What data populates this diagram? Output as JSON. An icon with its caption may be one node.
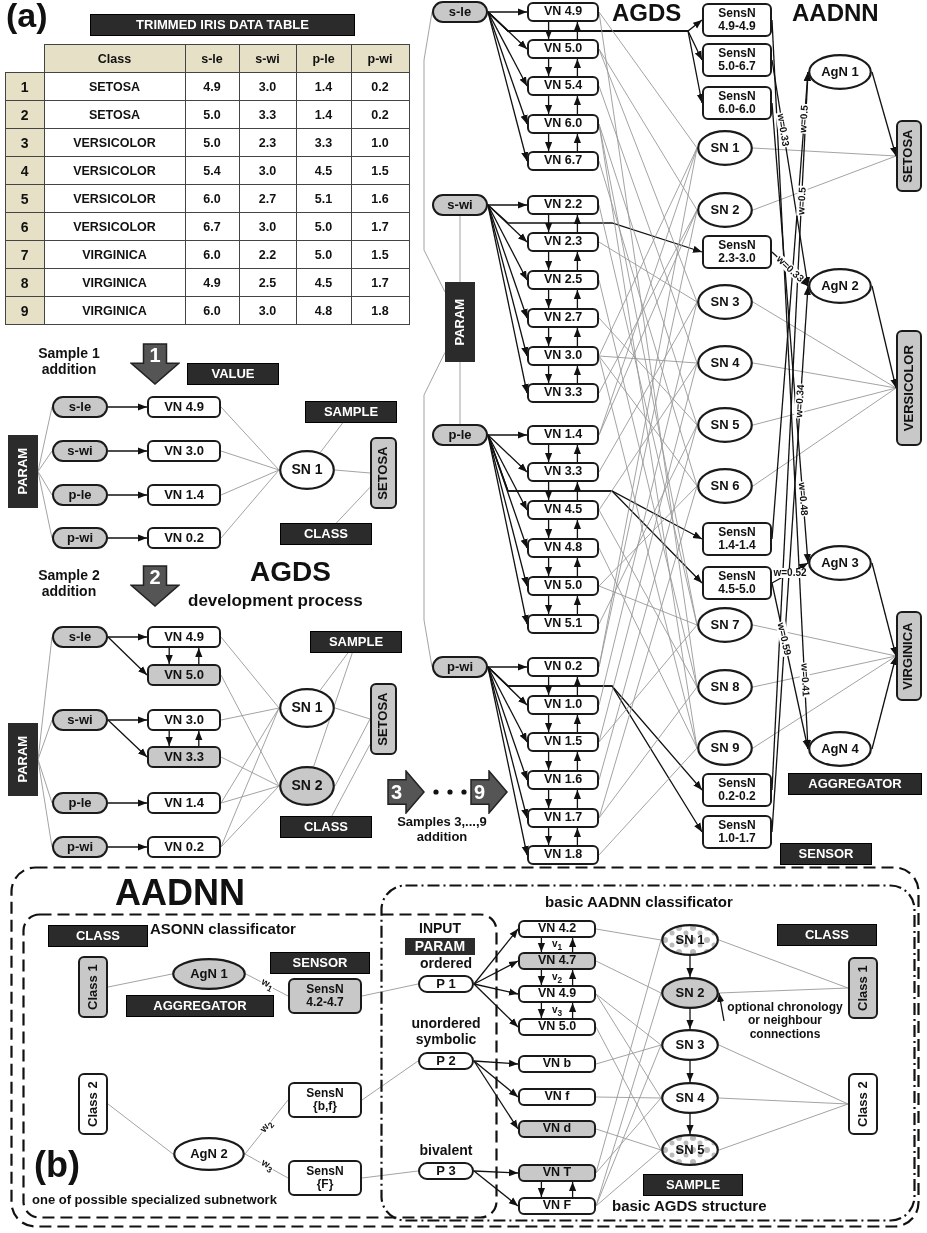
{
  "diagram": {
    "nodes": [
      {
        "text": [
          "TRIMMED IRIS DATA TABLE"
        ]
      },
      {
        "text": [
          "VALUE"
        ]
      },
      {
        "text": [
          "PARAM"
        ]
      },
      {
        "text": [
          "s-le"
        ]
      },
      {
        "text": [
          "s-wi"
        ]
      },
      {
        "text": [
          "p-le"
        ]
      },
      {
        "text": [
          "p-wi"
        ]
      },
      {
        "text": [
          "VN 4.9"
        ]
      },
      {
        "text": [
          "VN 3.0"
        ]
      },
      {
        "text": [
          "VN 1.4"
        ]
      },
      {
        "text": [
          "VN 0.2"
        ]
      },
      {
        "text": [
          "SN 1"
        ]
      },
      {
        "text": [
          "SAMPLE"
        ]
      },
      {
        "text": [
          "SETOSA"
        ]
      },
      {
        "text": [
          "CLASS"
        ]
      },
      {
        "text": [
          "1"
        ],
        "beside": [
          "Sample 1 addition"
        ]
      },
      {
        "text": [
          "2"
        ],
        "beside": [
          "Sample 2 addition"
        ]
      },
      {
        "text": [
          "PARAM"
        ]
      },
      {
        "text": [
          "s-le"
        ]
      },
      {
        "text": [
          "s-wi"
        ]
      },
      {
        "text": [
          "p-le"
        ]
      },
      {
        "text": [
          "p-wi"
        ]
      },
      {
        "text": [
          "VN 4.9"
        ]
      },
      {
        "text": [
          "VN 5.0"
        ]
      },
      {
        "text": [
          "VN 3.0"
        ]
      },
      {
        "text": [
          "VN 3.3"
        ]
      },
      {
        "text": [
          "VN 1.4"
        ]
      },
      {
        "text": [
          "VN 0.2"
        ]
      },
      {
        "text": [
          "SN 1"
        ]
      },
      {
        "text": [
          "SN 2"
        ]
      },
      {
        "text": [
          "SAMPLE"
        ]
      },
      {
        "text": [
          "SETOSA"
        ]
      },
      {
        "text": [
          "CLASS"
        ]
      },
      {
        "text": [
          "3"
        ]
      },
      {
        "text": [
          "9"
        ],
        "beside": [
          "Samples 3,...,9 addition"
        ]
      },
      {
        "text": [
          "PARAM"
        ]
      },
      {
        "text": [
          "s-le"
        ]
      },
      {
        "text": [
          "s-wi"
        ]
      },
      {
        "text": [
          "p-le"
        ]
      },
      {
        "text": [
          "p-wi"
        ]
      },
      {
        "text": [
          "VN 4.9"
        ]
      },
      {
        "text": [
          "VN 5.0"
        ]
      },
      {
        "text": [
          "VN 5.4"
        ]
      },
      {
        "text": [
          "VN 6.0"
        ]
      },
      {
        "text": [
          "VN 6.7"
        ]
      },
      {
        "text": [
          "VN 2.2"
        ]
      },
      {
        "text": [
          "VN 2.3"
        ]
      },
      {
        "text": [
          "VN 2.5"
        ]
      },
      {
        "text": [
          "VN 2.7"
        ]
      },
      {
        "text": [
          "VN 3.0"
        ]
      },
      {
        "text": [
          "VN 3.3"
        ]
      },
      {
        "text": [
          "VN 1.4"
        ]
      },
      {
        "text": [
          "VN 3.3"
        ]
      },
      {
        "text": [
          "VN 4.5"
        ]
      },
      {
        "text": [
          "VN 4.8"
        ]
      },
      {
        "text": [
          "VN 5.0"
        ]
      },
      {
        "text": [
          "VN 5.1"
        ]
      },
      {
        "text": [
          "VN 0.2"
        ]
      },
      {
        "text": [
          "VN 1.0"
        ]
      },
      {
        "text": [
          "VN 1.5"
        ]
      },
      {
        "text": [
          "VN 1.6"
        ]
      },
      {
        "text": [
          "VN 1.7"
        ]
      },
      {
        "text": [
          "VN 1.8"
        ]
      },
      {
        "text": [
          "SensN 4.9-4.9"
        ]
      },
      {
        "text": [
          "SensN 5.0-6.7"
        ]
      },
      {
        "text": [
          "SensN 6.0-6.0"
        ]
      },
      {
        "text": [
          "SN 1"
        ]
      },
      {
        "text": [
          "SN 2"
        ]
      },
      {
        "text": [
          "SensN 2.3-3.0"
        ]
      },
      {
        "text": [
          "SN 3"
        ]
      },
      {
        "text": [
          "SN 4"
        ]
      },
      {
        "text": [
          "SN 5"
        ]
      },
      {
        "text": [
          "SN 6"
        ]
      },
      {
        "text": [
          "SensN 1.4-1.4"
        ]
      },
      {
        "text": [
          "SensN 4.5-5.0"
        ]
      },
      {
        "text": [
          "SN 7"
        ]
      },
      {
        "text": [
          "SN 8"
        ]
      },
      {
        "text": [
          "SN 9"
        ]
      },
      {
        "text": [
          "SensN 0.2-0.2"
        ]
      },
      {
        "text": [
          "SensN 1.0-1.7"
        ]
      },
      {
        "text": [
          "AgN 1"
        ]
      },
      {
        "text": [
          "AgN 2"
        ]
      },
      {
        "text": [
          "AgN 3"
        ]
      },
      {
        "text": [
          "AgN 4"
        ]
      },
      {
        "text": [
          "SETOSA"
        ]
      },
      {
        "text": [
          "VERSICOLOR"
        ]
      },
      {
        "text": [
          "VIRGINICA"
        ]
      },
      {
        "text": [
          "AGGREGATOR"
        ]
      },
      {
        "text": [
          "SENSOR"
        ]
      },
      {
        "text": [
          "AADNN"
        ]
      },
      {
        "text": [
          "ASONN classificator",
          "one of possible specialized subnetwork"
        ],
        "in": 89
      },
      {
        "text": [
          "basic AADNN classificator",
          "basic AGDS structure"
        ],
        "in": 89
      },
      {
        "text": [
          "CLASS"
        ],
        "in": 90
      },
      {
        "text": [
          "Class 1"
        ],
        "in": 90
      },
      {
        "text": [
          "AgN 1"
        ],
        "in": 90
      },
      {
        "text": [
          "AGGREGATOR"
        ],
        "in": 90
      },
      {
        "text": [
          "SENSOR"
        ],
        "in": 90
      },
      {
        "text": [
          "SensN 4.2-4.7"
        ],
        "in": 90
      },
      {
        "text": [
          "Class 2"
        ],
        "in": 90
      },
      {
        "text": [
          "AgN 2"
        ],
        "in": 90
      },
      {
        "text": [
          "SensN {b,f}"
        ],
        "in": 90
      },
      {
        "text": [
          "SensN {F}"
        ],
        "in": 90
      },
      {
        "text": [
          "INPUT",
          "PARAM"
        ]
      },
      {
        "text": [
          "P 1"
        ],
        "beside": [
          "ordered"
        ]
      },
      {
        "text": [
          "P 2"
        ],
        "beside": [
          "unordered symbolic"
        ]
      },
      {
        "text": [
          "P 3"
        ],
        "beside": [
          "bivalent"
        ]
      },
      {
        "text": [
          "VN 4.2"
        ],
        "in": 91
      },
      {
        "text": [
          "VN 4.7"
        ],
        "in": 91
      },
      {
        "text": [
          "VN 4.9"
        ],
        "in": 91
      },
      {
        "text": [
          "VN 5.0"
        ],
        "in": 91
      },
      {
        "text": [
          "VN b"
        ],
        "in": 91
      },
      {
        "text": [
          "VN f"
        ],
        "in": 91
      },
      {
        "text": [
          "VN d"
        ],
        "in": 91
      },
      {
        "text": [
          "VN T"
        ],
        "in": 91
      },
      {
        "text": [
          "VN F"
        ],
        "in": 91
      },
      {
        "text": [
          "SN 1"
        ],
        "in": 91
      },
      {
        "text": [
          "SN 2"
        ],
        "in": 91
      },
      {
        "text": [
          "SN 3"
        ],
        "in": 91
      },
      {
        "text": [
          "SN 4"
        ],
        "in": 91
      },
      {
        "text": [
          "SN 5"
        ],
        "in": 91
      },
      {
        "text": [
          "CLASS"
        ],
        "in": 91
      },
      {
        "text": [
          "Class 1"
        ],
        "in": 91
      },
      {
        "text": [
          "Class 2"
        ],
        "in": 91
      },
      {
        "text": [
          "SAMPLE"
        ],
        "in": 91
      },
      {
        "text": [
          "optional chronology or neighbour connections"
        ],
        "in": 91
      }
    ],
    "edges": [
      {
        "from": 2,
        "to": 3,
        "arrow": "none",
        "color": "#999999"
      },
      {
        "from": 2,
        "to": 4,
        "arrow": "none",
        "color": "#999999"
      },
      {
        "from": 2,
        "to": 5,
        "arrow": "none",
        "color": "#999999"
      },
      {
        "from": 2,
        "to": 6,
        "arrow": "none",
        "color": "#999999"
      },
      {
        "from": 3,
        "to": 7,
        "arrow": "to"
      },
      {
        "from": 4,
        "to": 8,
        "arrow": "to"
      },
      {
        "from": 5,
        "to": 9,
        "arrow": "to"
      },
      {
        "from": 6,
        "to": 10,
        "arrow": "to"
      },
      {
        "from": 7,
        "to": 11,
        "arrow": "none",
        "color": "#999999"
      },
      {
        "from": 8,
        "to": 11,
        "arrow": "none",
        "color": "#999999"
      },
      {
        "from": 9,
        "to": 11,
        "arrow": "none",
        "color": "#999999"
      },
      {
        "from": 10,
        "to": 11,
        "arrow": "none",
        "color": "#999999"
      },
      {
        "from": 12,
        "to": 11,
        "arrow": "none",
        "color": "#999999"
      },
      {
        "from": 11,
        "to": 13,
        "arrow": "none",
        "color": "#999999"
      },
      {
        "from": 14,
        "to": 13,
        "arrow": "none",
        "color": "#999999"
      },
      {
        "from": 17,
        "to": 18,
        "arrow": "none",
        "color": "#999999"
      },
      {
        "from": 17,
        "to": 19,
        "arrow": "none",
        "color": "#999999"
      },
      {
        "from": 17,
        "to": 20,
        "arrow": "none",
        "color": "#999999"
      },
      {
        "from": 17,
        "to": 21,
        "arrow": "none",
        "color": "#999999"
      },
      {
        "from": 18,
        "to": 22,
        "arrow": "to"
      },
      {
        "from": 18,
        "to": 23,
        "arrow": "to"
      },
      {
        "from": 19,
        "to": 24,
        "arrow": "to"
      },
      {
        "from": 19,
        "to": 25,
        "arrow": "to"
      },
      {
        "from": 20,
        "to": 26,
        "arrow": "to"
      },
      {
        "from": 21,
        "to": 27,
        "arrow": "to"
      },
      {
        "from": 22,
        "to": 23,
        "arrow": "to"
      },
      {
        "from": 23,
        "to": 22,
        "arrow": "to"
      },
      {
        "from": 24,
        "to": 25,
        "arrow": "to"
      },
      {
        "from": 25,
        "to": 24,
        "arrow": "to"
      },
      {
        "from": 22,
        "to": 28,
        "arrow": "none",
        "color": "#999999"
      },
      {
        "from": 24,
        "to": 28,
        "arrow": "none",
        "color": "#999999"
      },
      {
        "from": 26,
        "to": 28,
        "arrow": "none",
        "color": "#999999"
      },
      {
        "from": 27,
        "to": 28,
        "arrow": "none",
        "color": "#999999"
      },
      {
        "from": 23,
        "to": 29,
        "arrow": "none",
        "color": "#999999"
      },
      {
        "from": 25,
        "to": 29,
        "arrow": "none",
        "color": "#999999"
      },
      {
        "from": 26,
        "to": 29,
        "arrow": "none",
        "color": "#999999"
      },
      {
        "from": 27,
        "to": 29,
        "arrow": "none",
        "color": "#999999"
      },
      {
        "from": 30,
        "to": 28,
        "arrow": "none",
        "color": "#999999"
      },
      {
        "from": 30,
        "to": 29,
        "arrow": "none",
        "color": "#999999"
      },
      {
        "from": 28,
        "to": 31,
        "arrow": "none",
        "color": "#999999"
      },
      {
        "from": 29,
        "to": 31,
        "arrow": "none",
        "color": "#999999"
      },
      {
        "from": 32,
        "to": 31,
        "arrow": "none",
        "color": "#999999"
      },
      {
        "from": 35,
        "to": 36,
        "arrow": "none",
        "color": "#999999"
      },
      {
        "from": 35,
        "to": 37,
        "arrow": "none",
        "color": "#999999"
      },
      {
        "from": 35,
        "to": 38,
        "arrow": "none",
        "color": "#999999"
      },
      {
        "from": 35,
        "to": 39,
        "arrow": "none",
        "color": "#999999"
      },
      {
        "from": 36,
        "to": 40,
        "arrow": "to"
      },
      {
        "from": 36,
        "to": 41,
        "arrow": "to"
      },
      {
        "from": 36,
        "to": 42,
        "arrow": "to"
      },
      {
        "from": 36,
        "to": 43,
        "arrow": "to"
      },
      {
        "from": 36,
        "to": 44,
        "arrow": "to"
      },
      {
        "from": 37,
        "to": 45,
        "arrow": "to"
      },
      {
        "from": 37,
        "to": 46,
        "arrow": "to"
      },
      {
        "from": 37,
        "to": 47,
        "arrow": "to"
      },
      {
        "from": 37,
        "to": 48,
        "arrow": "to"
      },
      {
        "from": 37,
        "to": 49,
        "arrow": "to"
      },
      {
        "from": 37,
        "to": 50,
        "arrow": "to"
      },
      {
        "from": 38,
        "to": 51,
        "arrow": "to"
      },
      {
        "from": 38,
        "to": 52,
        "arrow": "to"
      },
      {
        "from": 38,
        "to": 53,
        "arrow": "to"
      },
      {
        "from": 38,
        "to": 54,
        "arrow": "to"
      },
      {
        "from": 38,
        "to": 55,
        "arrow": "to"
      },
      {
        "from": 38,
        "to": 56,
        "arrow": "to"
      },
      {
        "from": 39,
        "to": 57,
        "arrow": "to"
      },
      {
        "from": 39,
        "to": 58,
        "arrow": "to"
      },
      {
        "from": 39,
        "to": 59,
        "arrow": "to"
      },
      {
        "from": 39,
        "to": 60,
        "arrow": "to"
      },
      {
        "from": 39,
        "to": 61,
        "arrow": "to"
      },
      {
        "from": 39,
        "to": 62,
        "arrow": "to"
      },
      {
        "from": 40,
        "to": 41,
        "arrow": "to"
      },
      {
        "from": 41,
        "to": 40,
        "arrow": "to"
      },
      {
        "from": 41,
        "to": 42,
        "arrow": "to"
      },
      {
        "from": 42,
        "to": 41,
        "arrow": "to"
      },
      {
        "from": 42,
        "to": 43,
        "arrow": "to"
      },
      {
        "from": 43,
        "to": 42,
        "arrow": "to"
      },
      {
        "from": 43,
        "to": 44,
        "arrow": "to"
      },
      {
        "from": 44,
        "to": 43,
        "arrow": "to"
      },
      {
        "from": 45,
        "to": 46,
        "arrow": "to"
      },
      {
        "from": 46,
        "to": 45,
        "arrow": "to"
      },
      {
        "from": 46,
        "to": 47,
        "arrow": "to"
      },
      {
        "from": 47,
        "to": 46,
        "arrow": "to"
      },
      {
        "from": 47,
        "to": 48,
        "arrow": "to"
      },
      {
        "from": 48,
        "to": 47,
        "arrow": "to"
      },
      {
        "from": 48,
        "to": 49,
        "arrow": "to"
      },
      {
        "from": 49,
        "to": 48,
        "arrow": "to"
      },
      {
        "from": 49,
        "to": 50,
        "arrow": "to"
      },
      {
        "from": 50,
        "to": 49,
        "arrow": "to"
      },
      {
        "from": 51,
        "to": 52,
        "arrow": "to"
      },
      {
        "from": 52,
        "to": 51,
        "arrow": "to"
      },
      {
        "from": 52,
        "to": 53,
        "arrow": "to"
      },
      {
        "from": 53,
        "to": 52,
        "arrow": "to"
      },
      {
        "from": 53,
        "to": 54,
        "arrow": "to"
      },
      {
        "from": 54,
        "to": 53,
        "arrow": "to"
      },
      {
        "from": 54,
        "to": 55,
        "arrow": "to"
      },
      {
        "from": 55,
        "to": 54,
        "arrow": "to"
      },
      {
        "from": 55,
        "to": 56,
        "arrow": "to"
      },
      {
        "from": 56,
        "to": 55,
        "arrow": "to"
      },
      {
        "from": 57,
        "to": 58,
        "arrow": "to"
      },
      {
        "from": 58,
        "to": 57,
        "arrow": "to"
      },
      {
        "from": 58,
        "to": 59,
        "arrow": "to"
      },
      {
        "from": 59,
        "to": 58,
        "arrow": "to"
      },
      {
        "from": 59,
        "to": 60,
        "arrow": "to"
      },
      {
        "from": 60,
        "to": 59,
        "arrow": "to"
      },
      {
        "from": 60,
        "to": 61,
        "arrow": "to"
      },
      {
        "from": 61,
        "to": 60,
        "arrow": "to"
      },
      {
        "from": 61,
        "to": 62,
        "arrow": "to"
      },
      {
        "from": 62,
        "to": 61,
        "arrow": "to"
      },
      {
        "from": 36,
        "to": 63,
        "arrow": "to"
      },
      {
        "from": 36,
        "to": 64,
        "arrow": "to"
      },
      {
        "from": 36,
        "to": 65,
        "arrow": "to"
      },
      {
        "from": 37,
        "to": 68,
        "arrow": "to"
      },
      {
        "from": 38,
        "to": 73,
        "arrow": "to"
      },
      {
        "from": 38,
        "to": 74,
        "arrow": "to"
      },
      {
        "from": 39,
        "to": 78,
        "arrow": "to"
      },
      {
        "from": 39,
        "to": 79,
        "arrow": "to"
      },
      {
        "from": 40,
        "to": 66,
        "arrow": "none",
        "color": "#999999"
      },
      {
        "from": 49,
        "to": 66,
        "arrow": "none",
        "color": "#999999"
      },
      {
        "from": 51,
        "to": 66,
        "arrow": "none",
        "color": "#999999"
      },
      {
        "from": 57,
        "to": 66,
        "arrow": "none",
        "color": "#999999"
      },
      {
        "from": 41,
        "to": 67,
        "arrow": "none",
        "color": "#999999"
      },
      {
        "from": 50,
        "to": 67,
        "arrow": "none",
        "color": "#999999"
      },
      {
        "from": 51,
        "to": 67,
        "arrow": "none",
        "color": "#999999"
      },
      {
        "from": 57,
        "to": 67,
        "arrow": "none",
        "color": "#999999"
      },
      {
        "from": 41,
        "to": 69,
        "arrow": "none",
        "color": "#999999"
      },
      {
        "from": 46,
        "to": 69,
        "arrow": "none",
        "color": "#999999"
      },
      {
        "from": 52,
        "to": 69,
        "arrow": "none",
        "color": "#999999"
      },
      {
        "from": 58,
        "to": 69,
        "arrow": "none",
        "color": "#999999"
      },
      {
        "from": 42,
        "to": 70,
        "arrow": "none",
        "color": "#999999"
      },
      {
        "from": 49,
        "to": 70,
        "arrow": "none",
        "color": "#999999"
      },
      {
        "from": 53,
        "to": 70,
        "arrow": "none",
        "color": "#999999"
      },
      {
        "from": 59,
        "to": 70,
        "arrow": "none",
        "color": "#999999"
      },
      {
        "from": 43,
        "to": 71,
        "arrow": "none",
        "color": "#999999"
      },
      {
        "from": 48,
        "to": 71,
        "arrow": "none",
        "color": "#999999"
      },
      {
        "from": 56,
        "to": 71,
        "arrow": "none",
        "color": "#999999"
      },
      {
        "from": 60,
        "to": 71,
        "arrow": "none",
        "color": "#999999"
      },
      {
        "from": 44,
        "to": 72,
        "arrow": "none",
        "color": "#999999"
      },
      {
        "from": 49,
        "to": 72,
        "arrow": "none",
        "color": "#999999"
      },
      {
        "from": 55,
        "to": 72,
        "arrow": "none",
        "color": "#999999"
      },
      {
        "from": 61,
        "to": 72,
        "arrow": "none",
        "color": "#999999"
      },
      {
        "from": 43,
        "to": 75,
        "arrow": "none",
        "color": "#999999"
      },
      {
        "from": 45,
        "to": 75,
        "arrow": "none",
        "color": "#999999"
      },
      {
        "from": 55,
        "to": 75,
        "arrow": "none",
        "color": "#999999"
      },
      {
        "from": 59,
        "to": 75,
        "arrow": "none",
        "color": "#999999"
      },
      {
        "from": 40,
        "to": 76,
        "arrow": "none",
        "color": "#999999"
      },
      {
        "from": 47,
        "to": 76,
        "arrow": "none",
        "color": "#999999"
      },
      {
        "from": 53,
        "to": 76,
        "arrow": "none",
        "color": "#999999"
      },
      {
        "from": 61,
        "to": 76,
        "arrow": "none",
        "color": "#999999"
      },
      {
        "from": 43,
        "to": 77,
        "arrow": "none",
        "color": "#999999"
      },
      {
        "from": 49,
        "to": 77,
        "arrow": "none",
        "color": "#999999"
      },
      {
        "from": 54,
        "to": 77,
        "arrow": "none",
        "color": "#999999"
      },
      {
        "from": 62,
        "to": 77,
        "arrow": "none",
        "color": "#999999"
      },
      {
        "from": 66,
        "to": 84,
        "arrow": "none",
        "color": "#999999"
      },
      {
        "from": 67,
        "to": 84,
        "arrow": "none",
        "color": "#999999"
      },
      {
        "from": 69,
        "to": 85,
        "arrow": "none",
        "color": "#999999"
      },
      {
        "from": 70,
        "to": 85,
        "arrow": "none",
        "color": "#999999"
      },
      {
        "from": 71,
        "to": 85,
        "arrow": "none",
        "color": "#999999"
      },
      {
        "from": 72,
        "to": 85,
        "arrow": "none",
        "color": "#999999"
      },
      {
        "from": 75,
        "to": 86,
        "arrow": "none",
        "color": "#999999"
      },
      {
        "from": 76,
        "to": 86,
        "arrow": "none",
        "color": "#999999"
      },
      {
        "from": 77,
        "to": 86,
        "arrow": "none",
        "color": "#999999"
      },
      {
        "from": 73,
        "to": 80,
        "arrow": "to",
        "label": "w=0.5"
      },
      {
        "from": 78,
        "to": 80,
        "arrow": "to",
        "label": "w=0.5"
      },
      {
        "from": 64,
        "to": 81,
        "arrow": "to",
        "label": "w=0.33"
      },
      {
        "from": 68,
        "to": 81,
        "arrow": "to",
        "label": "w=0.33"
      },
      {
        "from": 79,
        "to": 81,
        "arrow": "to",
        "label": "w=0.34"
      },
      {
        "from": 65,
        "to": 82,
        "arrow": "to",
        "label": "w=0.48"
      },
      {
        "from": 74,
        "to": 82,
        "arrow": "to",
        "label": "w=0.52"
      },
      {
        "from": 63,
        "to": 83,
        "arrow": "to",
        "label": "w=0.41"
      },
      {
        "from": 74,
        "to": 83,
        "arrow": "to",
        "label": "w=0.59"
      },
      {
        "from": 80,
        "to": 84,
        "arrow": "to"
      },
      {
        "from": 81,
        "to": 85,
        "arrow": "to"
      },
      {
        "from": 82,
        "to": 86,
        "arrow": "to"
      },
      {
        "from": 83,
        "to": 86,
        "arrow": "to"
      },
      {
        "from": 93,
        "to": 94,
        "arrow": "none",
        "color": "#999999"
      },
      {
        "from": 94,
        "to": 97,
        "arrow": "none",
        "color": "#999999",
        "label": "w$_{1}$"
      },
      {
        "from": 97,
        "to": 103,
        "arrow": "none",
        "color": "#999999"
      },
      {
        "from": 98,
        "to": 99,
        "arrow": "none",
        "color": "#999999"
      },
      {
        "from": 99,
        "to": 100,
        "arrow": "none",
        "color": "#999999",
        "label": "w$_{2}$"
      },
      {
        "from": 99,
        "to": 101,
        "arrow": "none",
        "color": "#999999",
        "label": "w$_{3}$"
      },
      {
        "from": 100,
        "to": 104,
        "arrow": "none",
        "color": "#999999"
      },
      {
        "from": 101,
        "to": 105,
        "arrow": "none",
        "color": "#999999"
      },
      {
        "from": 103,
        "to": 106,
        "arrow": "to"
      },
      {
        "from": 103,
        "to": 107,
        "arrow": "to"
      },
      {
        "from": 103,
        "to": 108,
        "arrow": "to"
      },
      {
        "from": 103,
        "to": 109,
        "arrow": "to"
      },
      {
        "from": 104,
        "to": 110,
        "arrow": "to"
      },
      {
        "from": 104,
        "to": 111,
        "arrow": "to"
      },
      {
        "from": 104,
        "to": 112,
        "arrow": "to"
      },
      {
        "from": 105,
        "to": 113,
        "arrow": "to"
      },
      {
        "from": 105,
        "to": 114,
        "arrow": "to"
      },
      {
        "from": 106,
        "to": 107,
        "arrow": "to",
        "label": "v$_{1}$"
      },
      {
        "from": 107,
        "to": 106,
        "arrow": "to"
      },
      {
        "from": 107,
        "to": 108,
        "arrow": "to",
        "label": "v$_{2}$"
      },
      {
        "from": 108,
        "to": 107,
        "arrow": "to"
      },
      {
        "from": 108,
        "to": 109,
        "arrow": "to",
        "label": "v$_{3}$"
      },
      {
        "from": 109,
        "to": 108,
        "arrow": "to"
      },
      {
        "from": 113,
        "to": 114,
        "arrow": "to"
      },
      {
        "from": 114,
        "to": 113,
        "arrow": "to"
      },
      {
        "from": 106,
        "to": 115,
        "arrow": "none",
        "color": "#999999"
      },
      {
        "from": 113,
        "to": 115,
        "arrow": "none",
        "color": "#999999"
      },
      {
        "from": 107,
        "to": 116,
        "arrow": "none",
        "color": "#999999"
      },
      {
        "from": 114,
        "to": 116,
        "arrow": "none",
        "color": "#999999"
      },
      {
        "from": 108,
        "to": 117,
        "arrow": "none",
        "color": "#999999"
      },
      {
        "from": 110,
        "to": 117,
        "arrow": "none",
        "color": "#999999"
      },
      {
        "from": 114,
        "to": 117,
        "arrow": "none",
        "color": "#999999"
      },
      {
        "from": 108,
        "to": 118,
        "arrow": "none",
        "color": "#999999"
      },
      {
        "from": 111,
        "to": 118,
        "arrow": "none",
        "color": "#999999"
      },
      {
        "from": 113,
        "to": 118,
        "arrow": "none",
        "color": "#999999"
      },
      {
        "from": 109,
        "to": 119,
        "arrow": "none",
        "color": "#999999"
      },
      {
        "from": 112,
        "to": 119,
        "arrow": "none",
        "color": "#999999"
      },
      {
        "from": 114,
        "to": 119,
        "arrow": "none",
        "color": "#999999"
      },
      {
        "from": 115,
        "to": 116,
        "arrow": "to"
      },
      {
        "from": 116,
        "to": 117,
        "arrow": "to"
      },
      {
        "from": 117,
        "to": 118,
        "arrow": "to"
      },
      {
        "from": 118,
        "to": 119,
        "arrow": "to"
      },
      {
        "from": 115,
        "to": 121,
        "arrow": "none",
        "color": "#999999"
      },
      {
        "from": 116,
        "to": 121,
        "arrow": "none",
        "color": "#999999"
      },
      {
        "from": 117,
        "to": 122,
        "arrow": "none",
        "color": "#999999"
      },
      {
        "from": 118,
        "to": 122,
        "arrow": "none",
        "color": "#999999"
      },
      {
        "from": 119,
        "to": 122,
        "arrow": "none",
        "color": "#999999"
      },
      {
        "from": 124,
        "to": 116,
        "arrow": "to"
      }
    ],
    "labels": [
      "(a)",
      "Class",
      "s-le",
      "s-wi",
      "p-le",
      "p-wi",
      "1",
      "SETOSA",
      "4.9",
      "3.0",
      "1.4",
      "0.2",
      "2",
      "SETOSA",
      "5.0",
      "3.3",
      "1.4",
      "0.2",
      "3",
      "VERSICOLOR",
      "5.0",
      "2.3",
      "3.3",
      "1.0",
      "4",
      "VERSICOLOR",
      "5.4",
      "3.0",
      "4.5",
      "1.5",
      "5",
      "VERSICOLOR",
      "6.0",
      "2.7",
      "5.1",
      "1.6",
      "6",
      "VERSICOLOR",
      "6.7",
      "3.0",
      "5.0",
      "1.7",
      "7",
      "VIRGINICA",
      "6.0",
      "2.2",
      "5.0",
      "1.5",
      "8",
      "VIRGINICA",
      "4.9",
      "2.5",
      "4.5",
      "1.7",
      "9",
      "VIRGINICA",
      "6.0",
      "3.0",
      "4.8",
      "1.8",
      "AGDS",
      "development process",
      "AGDS",
      "AADNN",
      "(b)"
    ]
  }
}
